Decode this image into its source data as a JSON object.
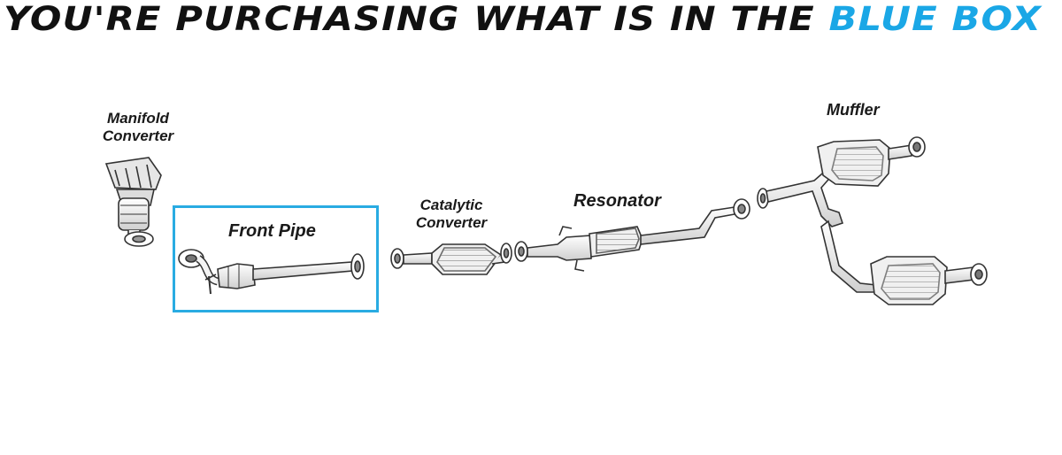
{
  "headline": {
    "prefix": "YOU'RE PURCHASING WHAT IS IN THE",
    "highlight": "BLUE BOX",
    "text_color": "#111111",
    "highlight_color": "#1aa7e6"
  },
  "selection_box": {
    "color": "#29abe2",
    "selected_part": "Front Pipe"
  },
  "parts": {
    "manifold_converter": {
      "line1": "Manifold",
      "line2": "Converter"
    },
    "front_pipe": {
      "label": "Front Pipe"
    },
    "catalytic_converter": {
      "line1": "Catalytic",
      "line2": "Converter"
    },
    "resonator": {
      "label": "Resonator"
    },
    "muffler": {
      "label": "Muffler"
    }
  }
}
